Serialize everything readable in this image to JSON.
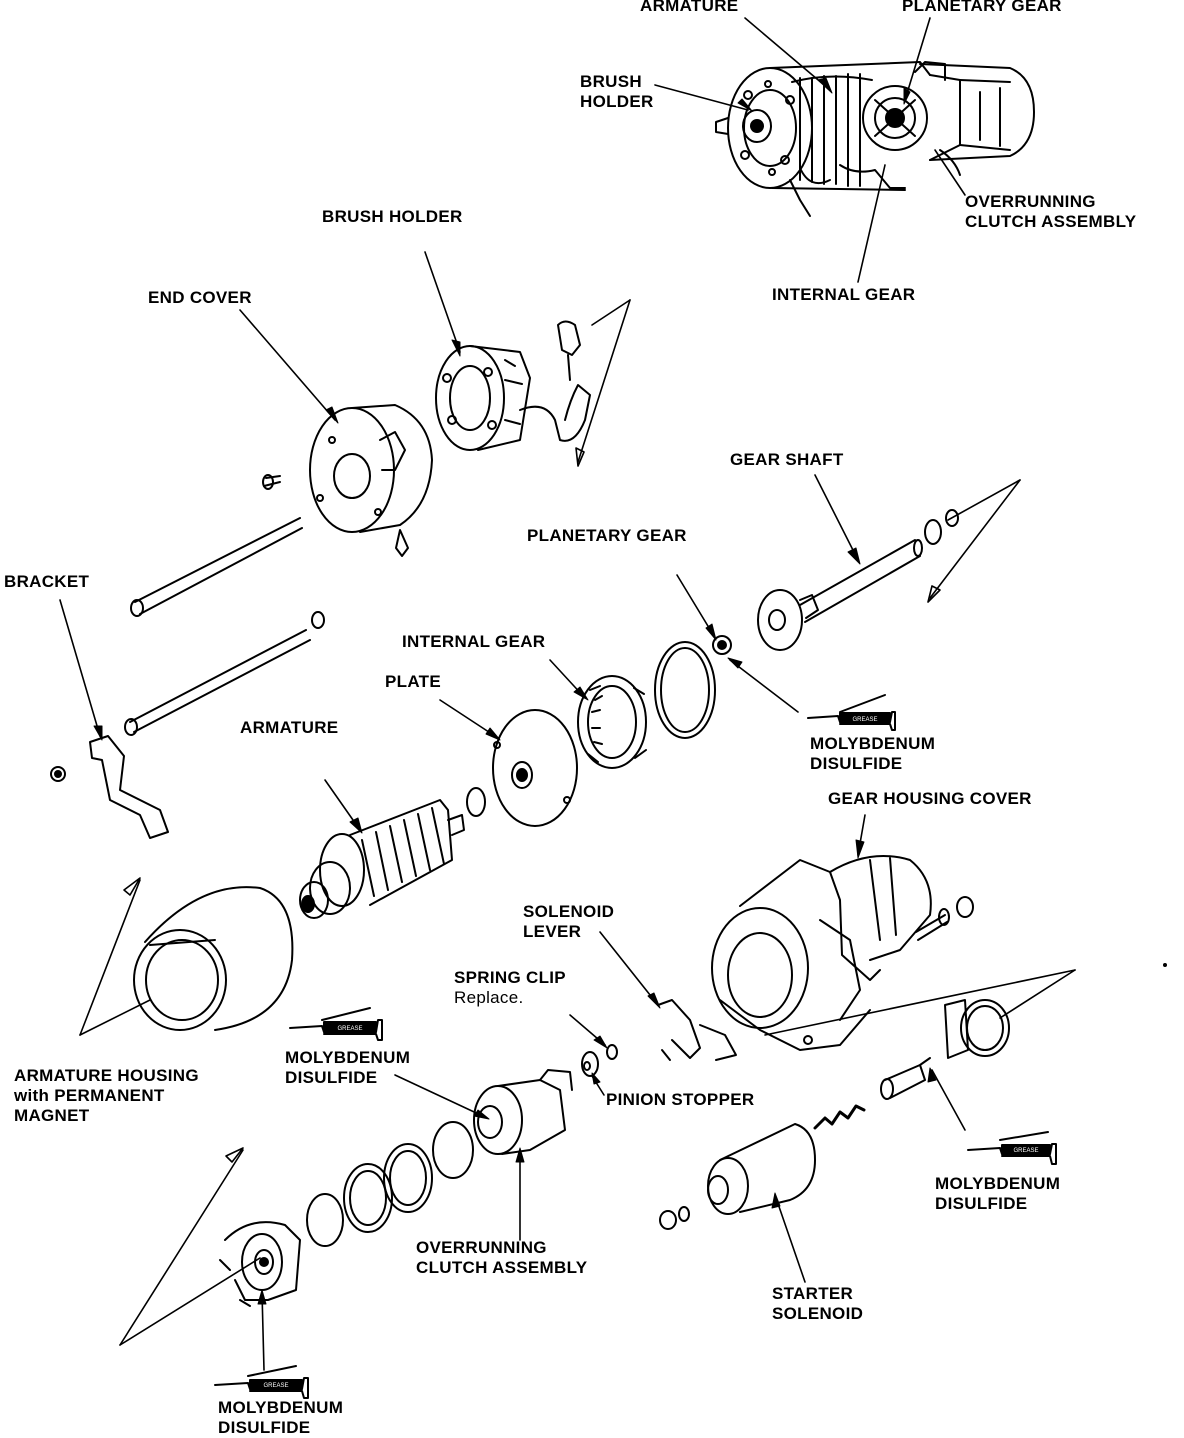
{
  "labels": {
    "armature_top": "ARMATURE",
    "planetary_gear_top": "PLANETARY GEAR",
    "brush_holder_top_1": "BRUSH",
    "brush_holder_top_2": "HOLDER",
    "overrunning_top_1": "OVERRUNNING",
    "overrunning_top_2": "CLUTCH ASSEMBLY",
    "internal_gear_top": "INTERNAL GEAR",
    "brush_holder": "BRUSH HOLDER",
    "end_cover": "END COVER",
    "gear_shaft": "GEAR SHAFT",
    "planetary_gear": "PLANETARY GEAR",
    "bracket": "BRACKET",
    "internal_gear": "INTERNAL GEAR",
    "plate": "PLATE",
    "armature": "ARMATURE",
    "moly_1_a": "MOLYBDENUM",
    "moly_1_b": "DISULFIDE",
    "gear_housing_cover": "GEAR HOUSING COVER",
    "solenoid_lever_1": "SOLENOID",
    "solenoid_lever_2": "LEVER",
    "spring_clip_1": "SPRING CLIP",
    "spring_clip_2": "Replace.",
    "armature_housing_1": "ARMATURE HOUSING",
    "armature_housing_2": "with PERMANENT",
    "armature_housing_3": "MAGNET",
    "moly_2_a": "MOLYBDENUM",
    "moly_2_b": "DISULFIDE",
    "pinion_stopper": "PINION STOPPER",
    "moly_3_a": "MOLYBDENUM",
    "moly_3_b": "DISULFIDE",
    "overrunning_1": "OVERRUNNING",
    "overrunning_2": "CLUTCH ASSEMBLY",
    "starter_solenoid_1": "STARTER",
    "starter_solenoid_2": "SOLENOID",
    "moly_4_a": "MOLYBDENUM",
    "moly_4_b": "DISULFIDE",
    "grease_tag": "GREASE"
  }
}
